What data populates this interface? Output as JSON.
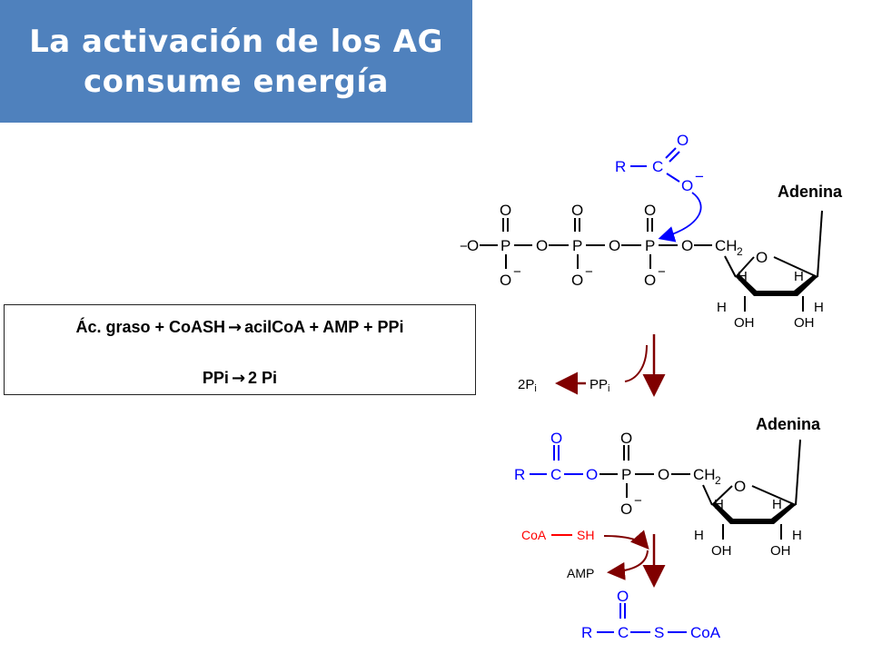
{
  "title": {
    "line1": "La activación de los AG",
    "line2": "consume energía"
  },
  "equations": {
    "eq1_part1": "Ác. graso  + CoASH",
    "eq1_part2": "acilCoA + AMP + PPi",
    "eq2_part1": "PPi",
    "eq2_part2": "2 Pi",
    "arrow": "→"
  },
  "labels": {
    "adenina_top": "Adenina",
    "adenina_bottom": "Adenina"
  },
  "molecules": {
    "R": "R",
    "C": "C",
    "O": "O",
    "P": "P",
    "H": "H",
    "OH": "OH",
    "CH": "CH",
    "sub2": "2",
    "minus": "−",
    "S": "S",
    "CoA": "CoA",
    "SH": "SH",
    "coa_sh": "CoA",
    "sh": "SH",
    "AMP": "AMP",
    "PPi_P": "PP",
    "Pi_2": "2P",
    "sub_i": "i"
  },
  "colors": {
    "title_bg": "#4f81bd",
    "blue": "#0000ff",
    "darkred": "#800000",
    "red": "#ff0000",
    "black": "#000000"
  }
}
